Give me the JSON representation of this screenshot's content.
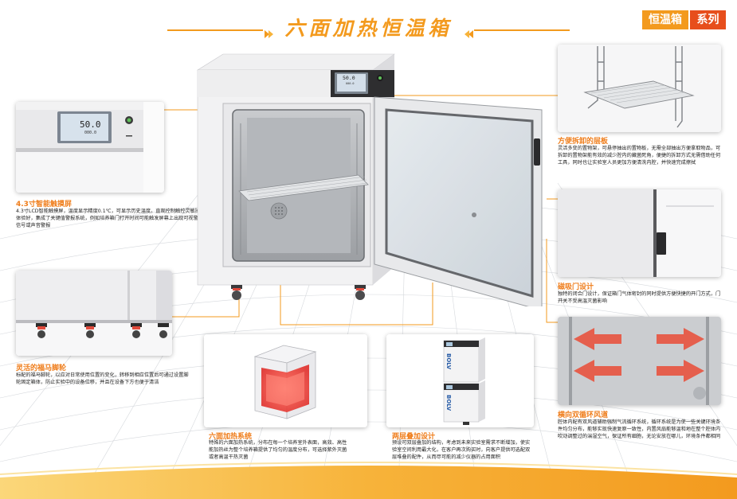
{
  "header": {
    "title": "六面加热恒温箱",
    "series_part1": "恒温箱",
    "series_part2": "系列"
  },
  "device": {
    "lcd_temp": "50.0",
    "lcd_set": "000.0",
    "lcd_temp_small": "50.0",
    "lcd_set_small": "000.0",
    "brand": "BOLV"
  },
  "features": {
    "touchscreen": {
      "title": "4.3寸智能触摸屏",
      "text": "4.3寸LCD智能触摸屏，温度显示精度0.1℃，可显示历史温度。直观控制触控灵敏操作体验好，集成了关键值警报系统，例如培养箱门打开时间可能触发屏幕上出现可视警报信号或声音警报"
    },
    "casters": {
      "title": "灵活的福马脚轮",
      "text": "标配的福马脚轮，以应对日常使用位置的变化，转移到相应位置后可通过设置脚轮固定箱体，防止实验中的设备位移，并且在设备下方也便于清洁"
    },
    "heating": {
      "title": "六面加热系统",
      "text": "特殊的六面加热系统，分布在每一个培养室外表面，高效、高性能加热丝为整个培养箱提供了均匀的温度分布，可选择紫外灭菌或者高温干热灭菌"
    },
    "stacking": {
      "title": "两层叠加设计",
      "text": "预设可双层叠加的结构，考虑到未来实验室需求不断增加，使实验室空间利用最大化，在客户再次购买时，向客户提供可选配双层堆叠的配件，从而尽可能的减少仪器的占用面积"
    },
    "shelves": {
      "title": "方便拆卸的层板",
      "text": "灵活多变的置物架，可悬停抽出的置物板，无需全部抽出方便拿取物品，可拆卸的置物架能有效的减少腔内的藏菌死角，便捷的拆卸方式无需借助任何工具，同时也让实验室人员更加方便清洗内腔，并快速完成擦拭"
    },
    "magnetic": {
      "title": "磁吸门设计",
      "text": "独特的闭合门设计，保证箱门气体密封的同时提供方便快捷的开门方式，门开关不受高温灭菌影响"
    },
    "airflow": {
      "title": "横向双循环风道",
      "text": "腔体内配有双风道辅助强制气流循环系统，循环系统是为使一些关键环境条件均匀分布，能够实现快速复原一致性，内置风扇能够温和地在整个腔体内吹动调整过的湍湿空气，保证所有细胞，无论安放在哪儿，环境条件都相同"
    }
  },
  "colors": {
    "accent_orange": "#f39a1e",
    "accent_red": "#e74e1c",
    "feature_title": "#ef7d1b"
  }
}
